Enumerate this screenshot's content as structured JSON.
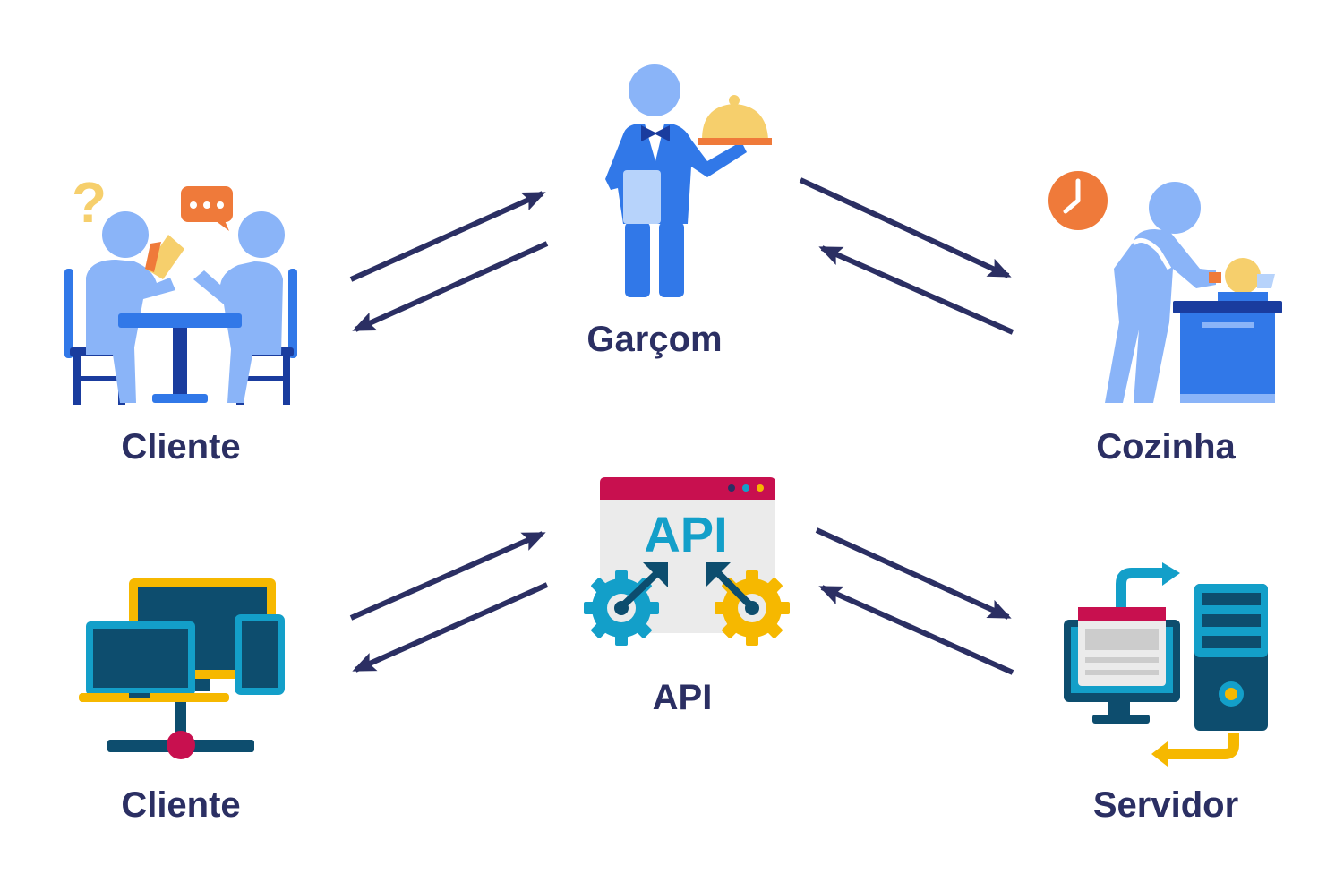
{
  "top_row": {
    "left": {
      "label": "Cliente",
      "icon": "restaurant-customers-icon"
    },
    "center": {
      "label": "Garçom",
      "icon": "waiter-icon"
    },
    "right": {
      "label": "Cozinha",
      "icon": "chef-kitchen-icon"
    }
  },
  "bottom_row": {
    "left": {
      "label": "Cliente",
      "icon": "client-devices-icon"
    },
    "center": {
      "label": "API",
      "icon": "api-gears-icon",
      "window_text": "API"
    },
    "right": {
      "label": "Servidor",
      "icon": "server-computer-icon"
    }
  },
  "colors": {
    "arrow": "#2b2f63",
    "label": "#2b2f63",
    "light_blue": "#8ab4f8",
    "blue": "#3178e8",
    "dark_blue": "#1a3c9e",
    "yellow": "#f6cf6c",
    "orange": "#ef7a3a",
    "teal": "#139fc9",
    "navy_teal": "#0d4d6e",
    "magenta": "#c8104f",
    "gold": "#f6b800"
  }
}
